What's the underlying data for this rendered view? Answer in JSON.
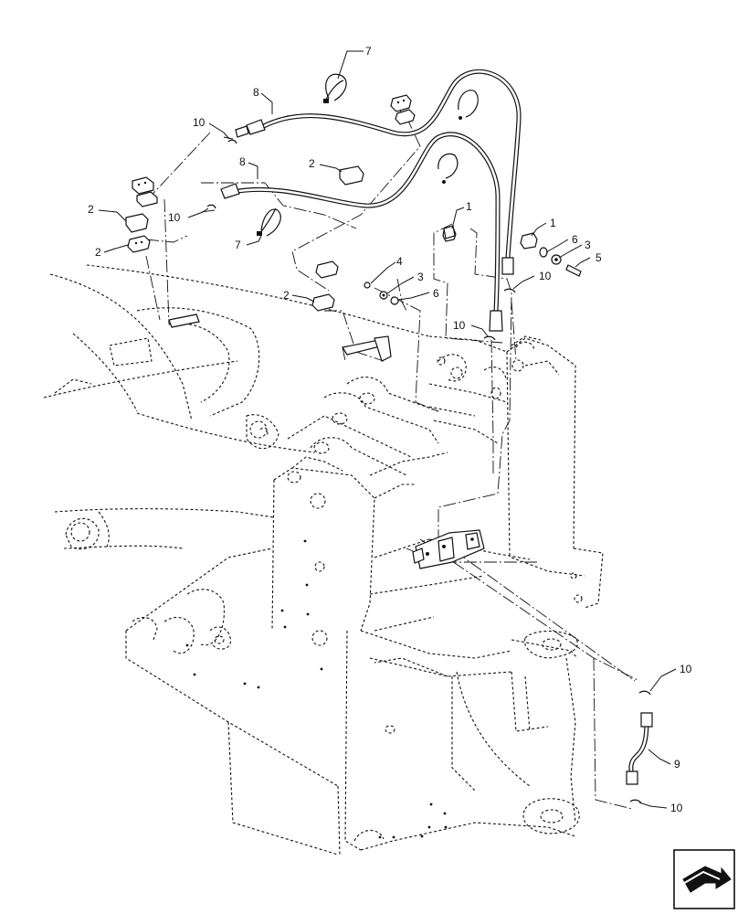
{
  "callouts": {
    "c1a": "1",
    "c1b": "1",
    "c2a": "2",
    "c2b": "2",
    "c2c": "2",
    "c2d": "2",
    "c3a": "3",
    "c3b": "3",
    "c4": "4",
    "c5": "5",
    "c6a": "6",
    "c6b": "6",
    "c7a": "7",
    "c7b": "7",
    "c8a": "8",
    "c8b": "8",
    "c9": "9",
    "c10a": "10",
    "c10b": "10",
    "c10c": "10",
    "c10d": "10",
    "c10e": "10",
    "c10f": "10"
  },
  "navigation": {
    "icon": "next-page-arrow-icon"
  }
}
